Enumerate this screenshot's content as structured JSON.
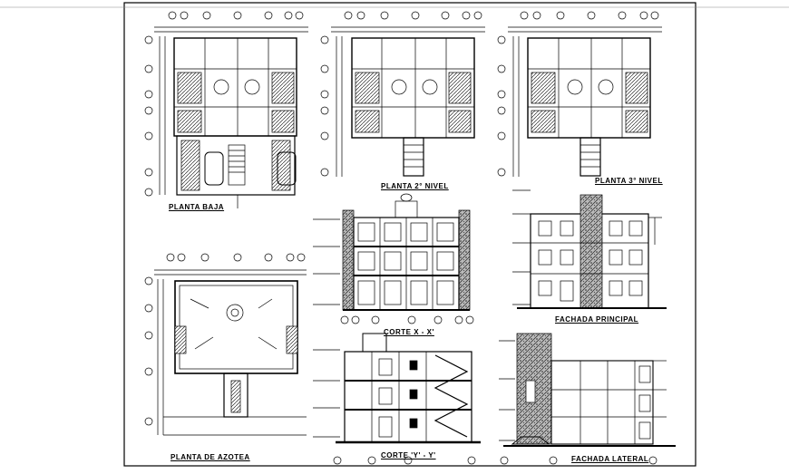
{
  "sheet": {
    "views": [
      {
        "id": "planta-baja",
        "title": "PLANTA BAJA"
      },
      {
        "id": "planta-2",
        "title": "PLANTA 2° NIVEL"
      },
      {
        "id": "planta-3",
        "title": "PLANTA 3° NIVEL"
      },
      {
        "id": "corte-x",
        "title": "CORTE  X - X'"
      },
      {
        "id": "fachada-principal",
        "title": "FACHADA PRINCIPAL"
      },
      {
        "id": "planta-azotea",
        "title": "PLANTA DE AZOTEA"
      },
      {
        "id": "corte-y",
        "title": "CORTE 'Y' - Y'"
      },
      {
        "id": "fachada-lateral",
        "title": "FACHADA LATERAL"
      }
    ]
  },
  "colors": {
    "ink": "#000000",
    "paper": "#ffffff",
    "hatch": "#555555"
  }
}
